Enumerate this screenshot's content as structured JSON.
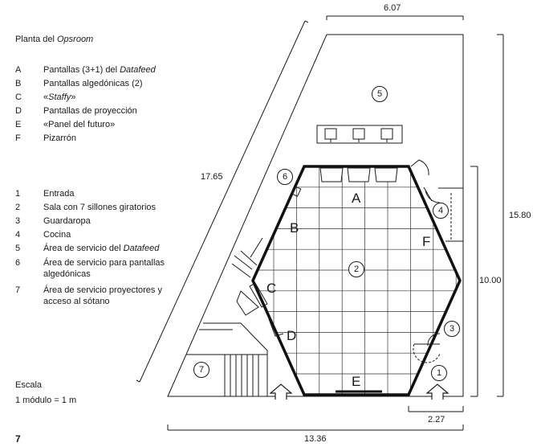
{
  "title": {
    "prefix": "Planta del ",
    "emphasis": "Opsroom"
  },
  "legend_letters": [
    {
      "key": "A",
      "pre": "Pantallas (3+1) del ",
      "em": "Datafeed",
      "post": ""
    },
    {
      "key": "B",
      "pre": "Pantallas algedónicas (2)",
      "em": "",
      "post": ""
    },
    {
      "key": "C",
      "pre": "«",
      "em": "Staffy",
      "post": "»"
    },
    {
      "key": "D",
      "pre": "Pantallas de proyección",
      "em": "",
      "post": ""
    },
    {
      "key": "E",
      "pre": "«Panel del futuro»",
      "em": "",
      "post": ""
    },
    {
      "key": "F",
      "pre": "Pizarrón",
      "em": "",
      "post": ""
    }
  ],
  "legend_numbers": [
    {
      "key": "1",
      "pre": "Entrada",
      "em": "",
      "post": ""
    },
    {
      "key": "2",
      "pre": "Sala con 7 sillones giratorios",
      "em": "",
      "post": ""
    },
    {
      "key": "3",
      "pre": "Guardaropa",
      "em": "",
      "post": ""
    },
    {
      "key": "4",
      "pre": "Cocina",
      "em": "",
      "post": ""
    },
    {
      "key": "5",
      "pre": "Área de servicio del ",
      "em": "Datafeed",
      "post": ""
    },
    {
      "key": "6",
      "pre": "Área de servicio para pantallas algedónicas",
      "em": "",
      "post": ""
    },
    {
      "key": "7",
      "pre": "Área de servicio proyectores y acceso al sótano",
      "em": "",
      "post": ""
    }
  ],
  "scale": {
    "label": "Escala",
    "value": "1 módulo = 1 m"
  },
  "figure_number": "7",
  "dimensions": {
    "top": "6.07",
    "diagonal": "17.65",
    "right_outer": "15.80",
    "right_inner": "10.00",
    "bottom_small": "2.27",
    "bottom_total": "13.36"
  },
  "plan_letters": {
    "A": "A",
    "B": "B",
    "C": "C",
    "D": "D",
    "E": "E",
    "F": "F"
  },
  "plan_numbers": {
    "n1": "1",
    "n2": "2",
    "n3": "3",
    "n4": "4",
    "n5": "5",
    "n6": "6",
    "n7": "7"
  }
}
